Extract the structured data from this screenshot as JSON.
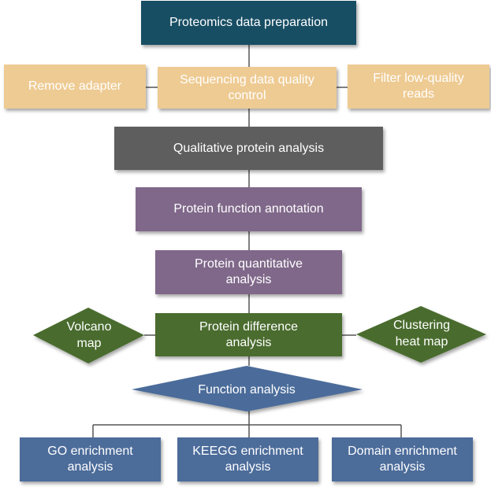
{
  "colors": {
    "top": "#184E64",
    "tan": "#EECB93",
    "gray": "#5E5E5E",
    "purple": "#80688A",
    "green": "#4A6C2E",
    "blue": "#4C6C9A",
    "line": "#555555"
  },
  "nodes": {
    "data_prep": "Proteomics data preparation",
    "remove_adapter": "Remove adapter",
    "seq_qc": "Sequencing data quality control",
    "filter_low": "Filter low-quality reads",
    "qualitative": "Qualitative protein analysis",
    "annotation": "Protein function annotation",
    "quantitative": "Protein quantitative analysis",
    "difference": "Protein difference analysis",
    "volcano": "Volcano map",
    "clustering": "Clustering heat map",
    "function": "Function analysis",
    "go": "GO enrichment analysis",
    "keegg": "KEEGG enrichment analysis",
    "domain": "Domain enrichment analysis"
  }
}
